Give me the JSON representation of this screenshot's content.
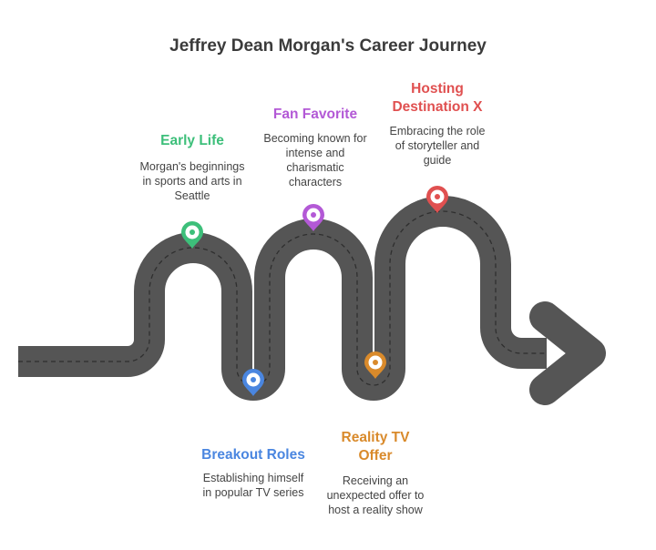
{
  "title": "Jeffrey Dean Morgan's Career Journey",
  "milestones": [
    {
      "title": "Early Life",
      "description": "Morgan's beginnings\nin sports and arts in\nSeattle",
      "color": "#3dbf7a"
    },
    {
      "title": "Breakout Roles",
      "description": "Establishing himself\nin popular TV series",
      "color": "#4a86e0"
    },
    {
      "title": "Fan Favorite",
      "description": "Becoming known for\nintense and\ncharismatic\ncharacters",
      "color": "#b359d6"
    },
    {
      "title": "Reality TV\nOffer",
      "description": "Receiving an\nunexpected offer to\nhost a reality show",
      "color": "#d98a2b"
    },
    {
      "title": "Hosting\nDestination X",
      "description": "Embracing the role\nof storyteller and\nguide",
      "color": "#e05050"
    }
  ],
  "road_color": "#555555",
  "lane_color": "#3a3a3a"
}
